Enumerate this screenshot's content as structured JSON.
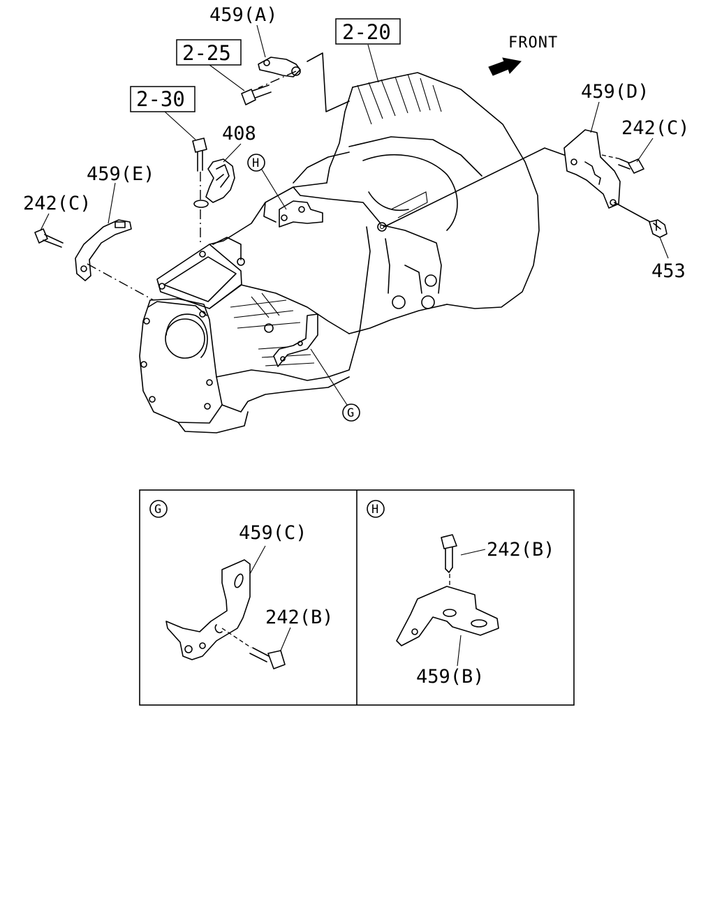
{
  "refs": {
    "ref_2_20": "2-20",
    "ref_2_25": "2-25",
    "ref_2_30": "2-30"
  },
  "front_label": "FRONT",
  "parts": {
    "p459a": "459(A)",
    "p459b": "459(B)",
    "p459c": "459(C)",
    "p459d": "459(D)",
    "p459e": "459(E)",
    "p408": "408",
    "p453": "453",
    "p242c_left": "242(C)",
    "p242c_right": "242(C)",
    "p242b_g": "242(B)",
    "p242b_h": "242(B)"
  },
  "callouts": {
    "g_main": "G",
    "h_main": "H",
    "g_panel": "G",
    "h_panel": "H"
  }
}
